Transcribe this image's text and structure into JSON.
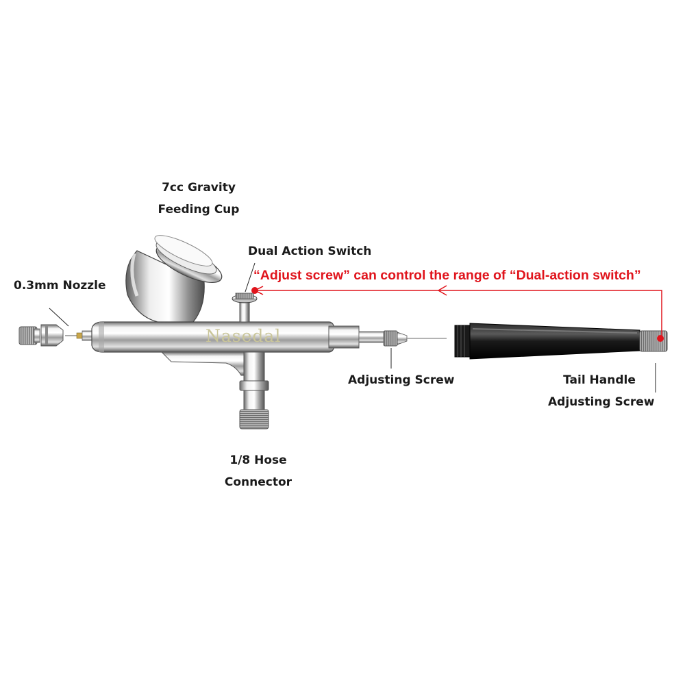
{
  "labels": {
    "cup_line1": "7cc Gravity",
    "cup_line2": "Feeding Cup",
    "switch": "Dual Action Switch",
    "nozzle": "0.3mm Nozzle",
    "adjusting_screw": "Adjusting Screw",
    "tail_line1": "Tail Handle",
    "tail_line2": "Adjusting Screw",
    "hose_line1": "1/8 Hose",
    "hose_line2": "Connector"
  },
  "note": "“Adjust screw” can control the range of “Dual-action switch”",
  "brand_watermark": "Nasedal",
  "colors": {
    "note_red": "#e0141c",
    "chrome": "#c8c8c8",
    "handle_black": "#111111",
    "label_text": "#1a1a1a"
  }
}
